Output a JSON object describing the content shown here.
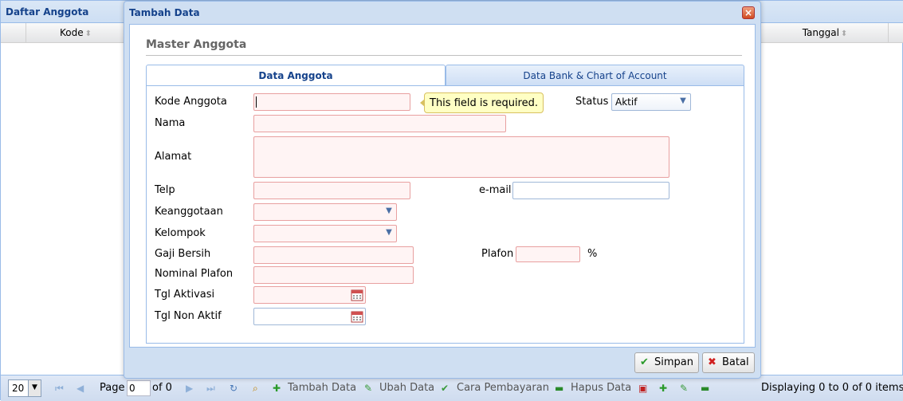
{
  "grid": {
    "title": "Daftar Anggota",
    "columns": [
      "Kode",
      "Tanggal"
    ],
    "toolbar": {
      "page_size": "20",
      "page_label": "Page",
      "page_value": "0",
      "of_label": "of 0",
      "actions": [
        "Tambah Data",
        "Ubah Data",
        "Cara Pembayaran",
        "Hapus Data"
      ],
      "display_info": "Displaying 0 to 0 of 0 items"
    }
  },
  "window": {
    "title": "Tambah Data",
    "form_title": "Master Anggota",
    "tabs": [
      {
        "label": "Data Anggota",
        "active": true
      },
      {
        "label": "Data Bank & Chart of Account",
        "active": false
      }
    ],
    "fields": {
      "kode_anggota": {
        "label": "Kode Anggota",
        "value": ""
      },
      "status": {
        "label": "Status",
        "value": "Aktif"
      },
      "nama": {
        "label": "Nama",
        "value": ""
      },
      "alamat": {
        "label": "Alamat",
        "value": ""
      },
      "telp": {
        "label": "Telp",
        "value": ""
      },
      "email": {
        "label": "e-mail",
        "value": ""
      },
      "keanggotaan": {
        "label": "Keanggotaan",
        "value": ""
      },
      "kelompok": {
        "label": "Kelompok",
        "value": ""
      },
      "gaji_bersih": {
        "label": "Gaji Bersih",
        "value": ""
      },
      "plafon": {
        "label": "Plafon",
        "value": "",
        "unit": "%"
      },
      "nominal_plafon": {
        "label": "Nominal Plafon",
        "value": ""
      },
      "tgl_aktivasi": {
        "label": "Tgl Aktivasi",
        "value": ""
      },
      "tgl_non_aktif": {
        "label": "Tgl Non Aktif",
        "value": ""
      }
    },
    "tooltip": "This field is required.",
    "buttons": {
      "save": "Simpan",
      "cancel": "Batal"
    }
  },
  "colors": {
    "header_text": "#15428b",
    "invalid_border": "#e8a0a0",
    "invalid_bg": "#fff4f4",
    "tooltip_bg": "#ffffc4"
  }
}
